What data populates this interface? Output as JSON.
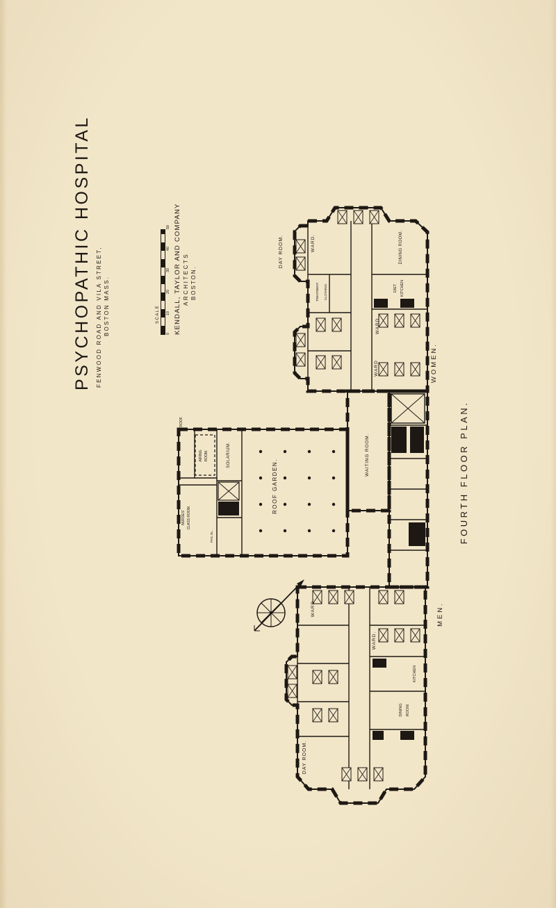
{
  "page": {
    "paper_color": "#f2e6c9",
    "ink_color": "#1d1813"
  },
  "title_block": {
    "title": "PSYCHOPATHIC HOSPITAL",
    "subtitle_line1": "FENWOOD ROAD AND VILA STREET,",
    "subtitle_line2": "BOSTON MASS.",
    "scale_label": "SCALE",
    "scale_ticks": [
      "0",
      "10",
      "20",
      "30",
      "40",
      "50"
    ],
    "architect_line1": "KENDALL, TAYLOR AND COMPANY",
    "architect_line2": "ARCHITECTS",
    "architect_line3": "BOSTON."
  },
  "caption": "FOURTH FLOOR PLAN.",
  "plan": {
    "side_labels": {
      "women": "WOMEN.",
      "men": "MEN."
    },
    "rooms": {
      "day_room_women": "DAY ROOM.",
      "ward_w1": "WARD.",
      "treatment": "TREATMENT.",
      "clothing": "CLOTHING.",
      "dining_room_women": "DINING ROOM.",
      "diet_kitchen_w1": "DIET",
      "diet_kitchen_w2": "KITCHEN",
      "ward_w2": "WARD.",
      "ward_w3": "WARD",
      "waiting_room": "WAITING ROOM.",
      "roof": "ROOF.",
      "solarium": "SOLARIUM.",
      "airing_room_1": "AIRING",
      "airing_room_2": "ROOM.",
      "nurses_class_1": "NURSES'",
      "nurses_class_2": "CLASS ROOM.",
      "passenger_elevator": "PAS. EL.",
      "roof_garden": "ROOF GARDEN.",
      "ward_m1": "WARD.",
      "ward_m2": "WARD.",
      "kitchen_men": "KITCHEN",
      "dining_room_m1": "DINING",
      "dining_room_m2": "ROOM.",
      "day_room_men": "DAY ROOM."
    }
  }
}
